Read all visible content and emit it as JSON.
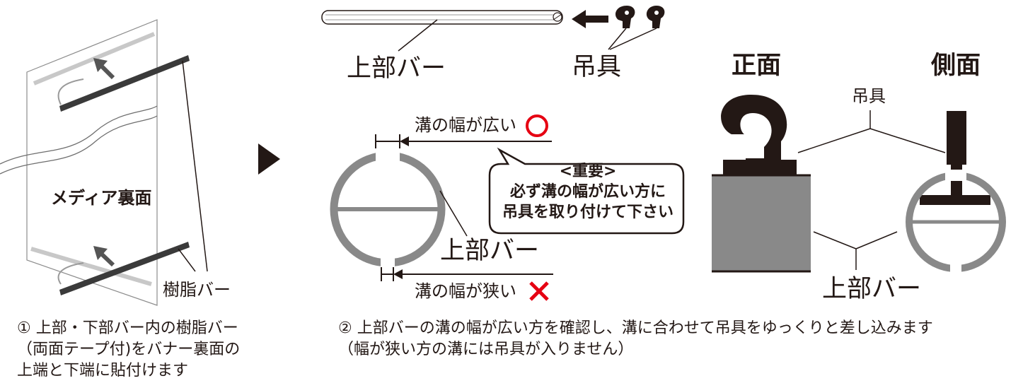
{
  "panel1": {
    "media_back_label": "メディア裏面",
    "resin_bar_label": "樹脂バー",
    "step_text": [
      "① 上部・下部バー内の樹脂バー",
      "（両面テープ付)をバナー裏面の",
      "上端と下端に貼付けます"
    ]
  },
  "panel2": {
    "top_bar_label": "上部バー",
    "hanger_label": "吊具",
    "wide_groove_label": "溝の幅が広い",
    "narrow_groove_label": "溝の幅が狭い",
    "section_bar_label": "上部バー",
    "callout_title": "<重要>",
    "callout_line1": "必ず溝の幅が広い方に",
    "callout_line2": "吊具を取り付けて下さい",
    "step_text": [
      "② 上部バーの溝の幅が広い方を確認し、溝に合わせて吊具をゆっくりと差し込みます",
      "（幅が狭い方の溝には吊具が入りません）"
    ]
  },
  "panel3": {
    "front_label": "正面",
    "side_label": "側面",
    "hanger_label": "吊具",
    "bar_label": "上部バー"
  },
  "colors": {
    "ink": "#231815",
    "gray": "#898989",
    "ok": "#e60012",
    "ng": "#e60012"
  },
  "icons": {
    "arrow": "play-triangle-icon",
    "ok": "circle-ok-icon",
    "ng": "cross-ng-icon",
    "insert": "arrow-left-icon"
  }
}
